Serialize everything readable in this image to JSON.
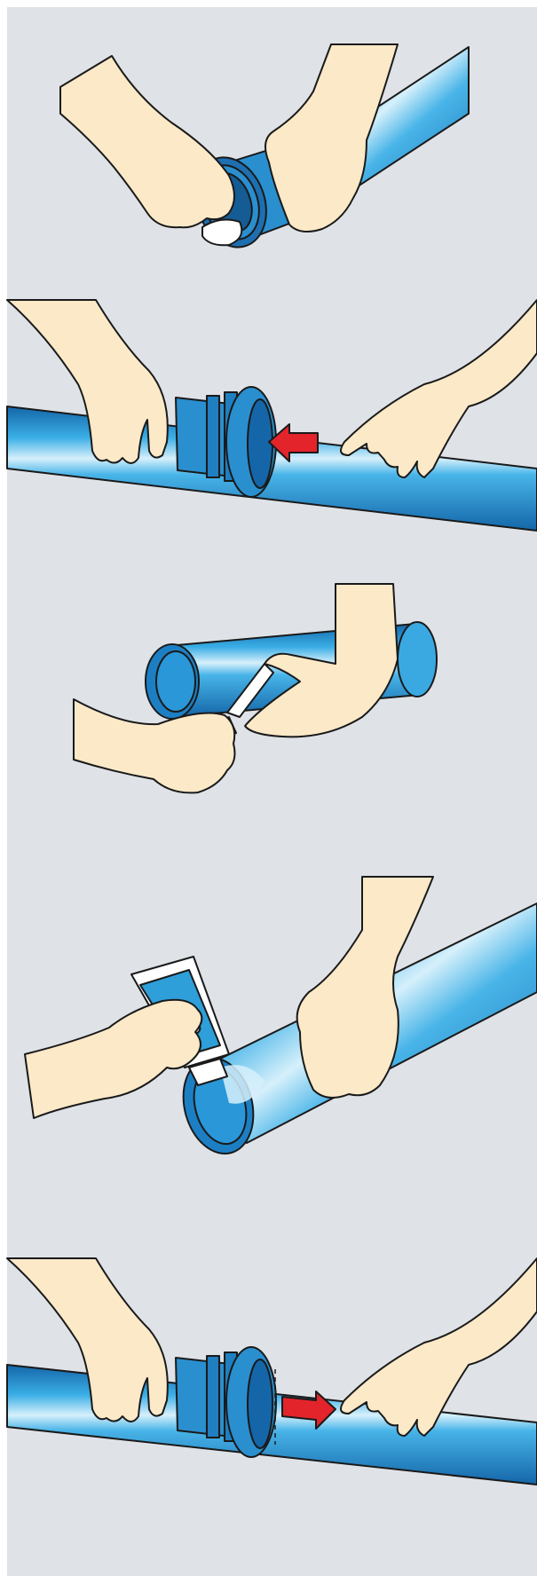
{
  "steps": [
    {
      "name": "clean-socket-gasket"
    },
    {
      "name": "insert-pipe-into-coupling"
    },
    {
      "name": "chamfer-pipe-end"
    },
    {
      "name": "apply-lubricant"
    },
    {
      "name": "pull-pipe-to-seat"
    }
  ],
  "colors": {
    "background": "#dfe2e6",
    "pipe": "#2e9fd9",
    "pipe_dark": "#1466a8",
    "pipe_highlight": "#bfe6f8",
    "skin": "#fbe9c8",
    "arrow": "#e3242b",
    "outline": "#1a1a1a"
  }
}
